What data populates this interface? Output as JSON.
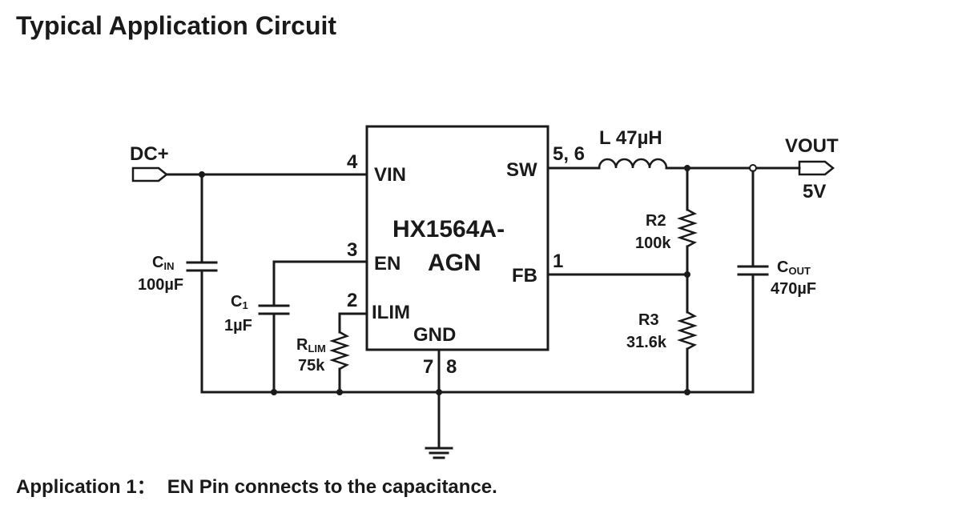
{
  "title": "Typical Application Circuit",
  "caption": {
    "label": "Application 1：",
    "text": "EN Pin connects to the capacitance."
  },
  "schematic": {
    "input_label": "DC+",
    "output_label": "VOUT",
    "output_voltage": "5V",
    "ic": {
      "name_line1": "HX1564A-",
      "name_line2": "AGN",
      "pins": {
        "vin": "VIN",
        "vin_num": "4",
        "en": "EN",
        "en_num": "3",
        "ilim": "ILIM",
        "ilim_num": "2",
        "gnd": "GND",
        "gnd_num_a": "7",
        "gnd_num_b": "8",
        "sw": "SW",
        "sw_num": "5, 6",
        "fb": "FB",
        "fb_num": "1"
      }
    },
    "cin": {
      "name": "C",
      "sub": "IN",
      "value": "100µF"
    },
    "c1": {
      "name": "C",
      "sub": "1",
      "value": "1µF"
    },
    "rlim": {
      "name": "R",
      "sub": "LIM",
      "value": "75k"
    },
    "inductor": {
      "label": "L 47µH"
    },
    "r2": {
      "name": "R2",
      "value": "100k"
    },
    "r3": {
      "name": "R3",
      "value": "31.6k"
    },
    "cout": {
      "name": "C",
      "sub": "OUT",
      "value": "470µF"
    }
  }
}
